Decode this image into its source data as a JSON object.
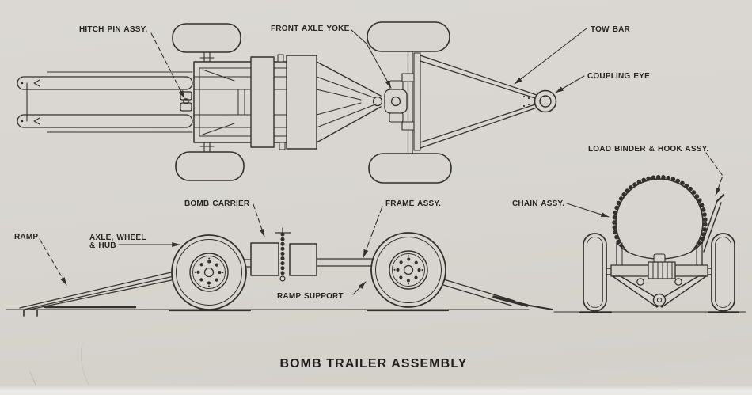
{
  "title": "BOMB TRAILER ASSEMBLY",
  "labels": {
    "hitch_pin": "HITCH PIN ASSY.",
    "front_axle_yoke": "FRONT AXLE YOKE",
    "tow_bar": "TOW BAR",
    "coupling_eye": "COUPLING EYE",
    "ramp": "RAMP",
    "axle_wheel_hub_l1": "AXLE, WHEEL",
    "axle_wheel_hub_l2": "& HUB",
    "bomb_carrier": "BOMB CARRIER",
    "frame_assy": "FRAME ASSY.",
    "ramp_support": "RAMP SUPPORT",
    "chain_assy": "CHAIN ASSY.",
    "load_binder": "LOAD BINDER & HOOK ASSY."
  },
  "colors": {
    "paper": "#d8d5d0",
    "ink": "#32302c"
  }
}
